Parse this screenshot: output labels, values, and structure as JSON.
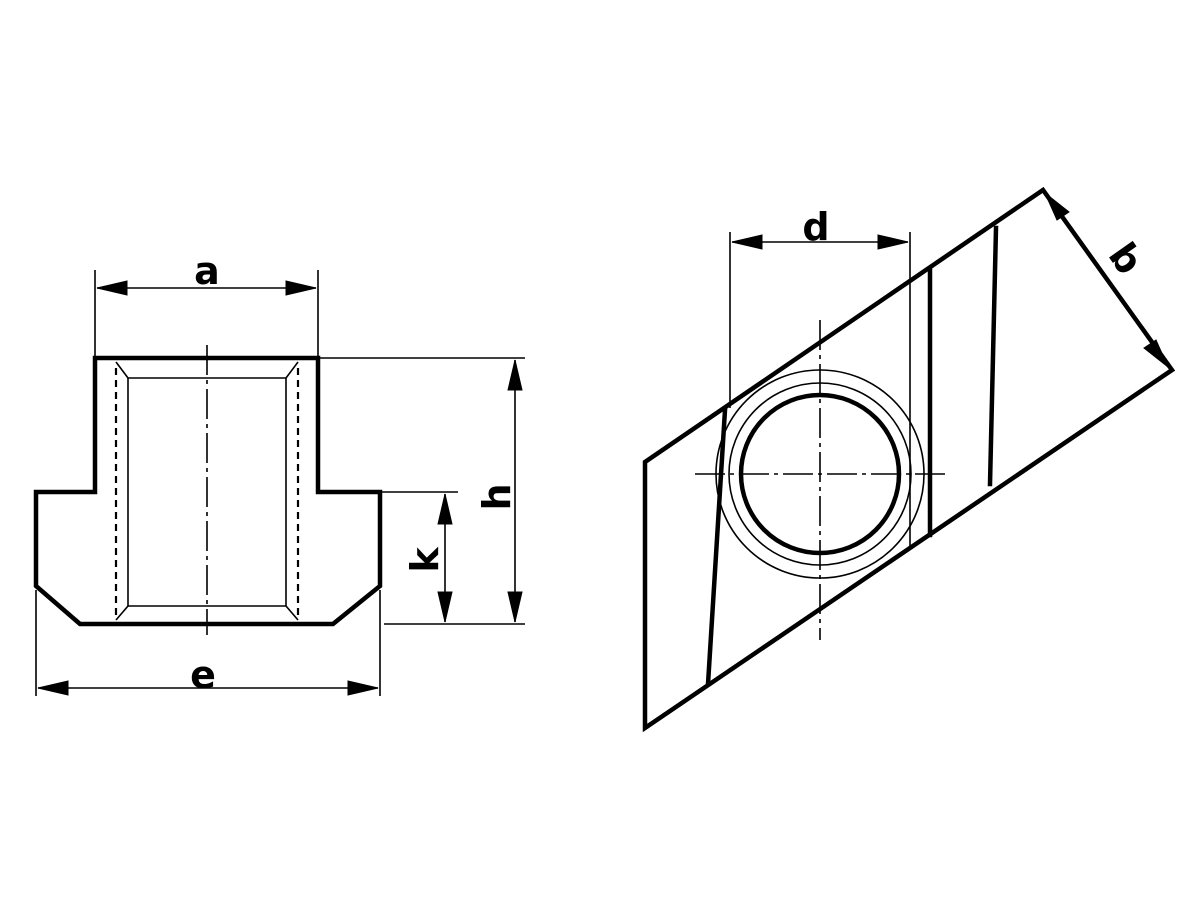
{
  "labels": {
    "a": "a",
    "e": "e",
    "h": "h",
    "k": "k",
    "d": "d",
    "b": "b"
  },
  "colors": {
    "line": "#000000",
    "background": "#ffffff"
  }
}
